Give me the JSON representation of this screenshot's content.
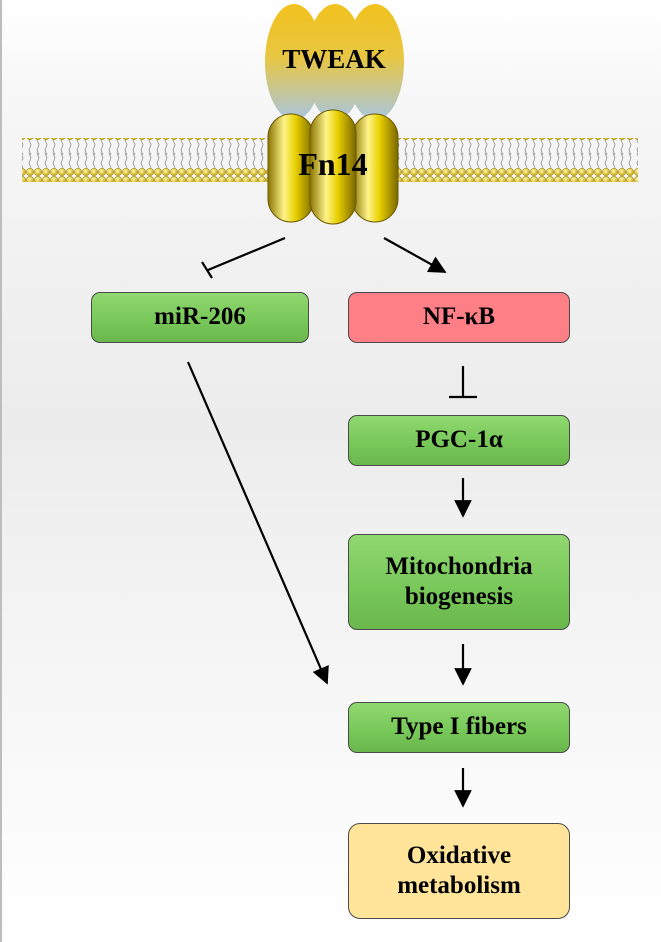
{
  "ligand": {
    "label": "TWEAK"
  },
  "receptor": {
    "label": "Fn14"
  },
  "nodes": {
    "mir206": "miR-206",
    "nfkb": "NF-κB",
    "pgc1a": "PGC-1α",
    "mito": "Mitochondria biogenesis",
    "type1": "Type I fibers",
    "oxidative": "Oxidative metabolism"
  },
  "colors": {
    "activated_node": "#7bc95c",
    "nfkb_node": "#ff7f86",
    "outcome_node": "#ffe49a",
    "ligand_top": "#f0c020",
    "ligand_bottom": "#a8c8e0",
    "receptor": "#e0c000",
    "membrane": "#d9b800"
  },
  "edges": [
    {
      "from": "receptor",
      "to": "mir206",
      "type": "inhibition"
    },
    {
      "from": "receptor",
      "to": "nfkb",
      "type": "activation"
    },
    {
      "from": "nfkb",
      "to": "pgc1a",
      "type": "inhibition"
    },
    {
      "from": "pgc1a",
      "to": "mito",
      "type": "activation"
    },
    {
      "from": "mito",
      "to": "type1",
      "type": "activation"
    },
    {
      "from": "mir206",
      "to": "type1",
      "type": "activation"
    },
    {
      "from": "type1",
      "to": "oxidative",
      "type": "activation"
    }
  ]
}
